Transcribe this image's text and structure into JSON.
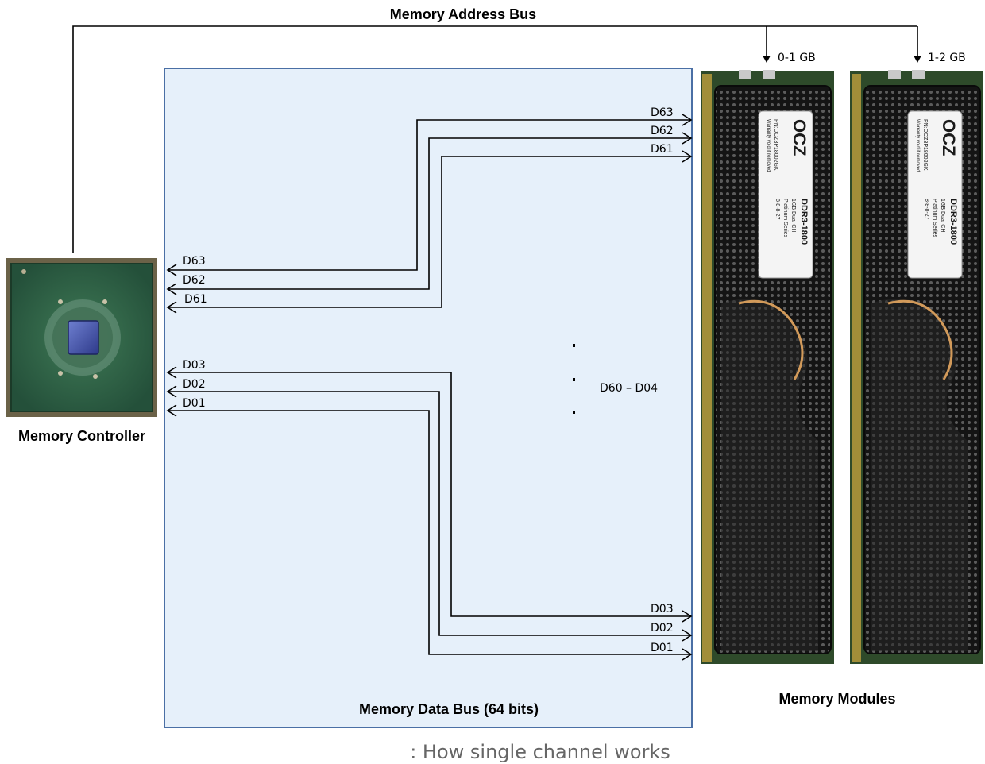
{
  "address_bus": {
    "label": "Memory Address Bus"
  },
  "controller": {
    "label": "Memory Controller"
  },
  "data_bus": {
    "label": "Memory Data Bus (64 bits)"
  },
  "modules": {
    "label": "Memory Modules",
    "items": [
      {
        "range": "0-1 GB",
        "brand": "OCZ",
        "pn": "PN:OCZ3P18002GK",
        "model": "DDR3-1800",
        "desc": "1GB Dual CH",
        "series": "Platinum Series",
        "timing": "8-8-8-27",
        "note": "Warranty void if removed"
      },
      {
        "range": "1-2 GB",
        "brand": "OCZ",
        "pn": "PN:OCZ3P18002GK",
        "model": "DDR3-1800",
        "desc": "1GB Dual CH",
        "series": "Platinum Series",
        "timing": "8-8-8-27",
        "note": "Warranty void if removed"
      }
    ]
  },
  "signals": {
    "top": [
      "D63",
      "D62",
      "D61"
    ],
    "bottom": [
      "D03",
      "D02",
      "D01"
    ],
    "middle": "D60 – D04"
  },
  "caption": ": How single channel works",
  "colors": {
    "bus_fill": "#e6f0fa",
    "bus_border": "#4a6fa5",
    "chip_green": "#2e5a40",
    "ram_dark": "#1c1c1c",
    "ram_pcb": "#2e4a2a"
  }
}
